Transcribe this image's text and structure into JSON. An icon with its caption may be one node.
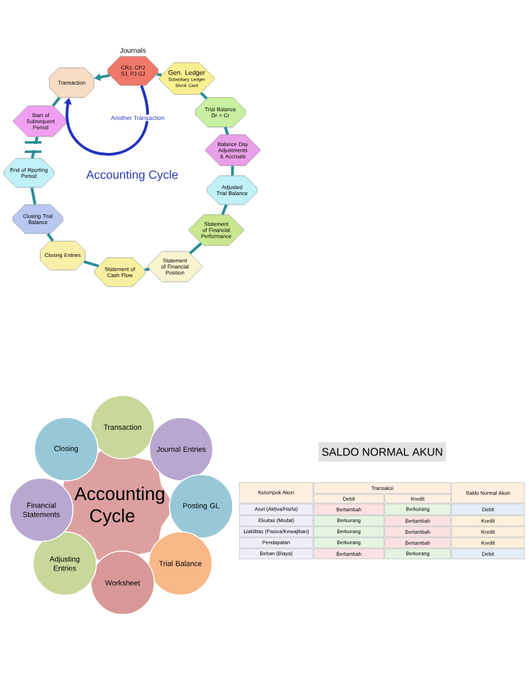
{
  "diagram": {
    "nodes": [
      {
        "text": [
          "Transaction"
        ]
      },
      {
        "text": [
          "Journals",
          "CRJ, CPJ SJ, PJ GJ"
        ]
      },
      {
        "text": [
          "Gen. Ledger",
          "Subsidiary Ledger Stock Card"
        ]
      },
      {
        "text": [
          "Trial Balance Dr = Cr"
        ]
      },
      {
        "text": [
          "Balance Day Adjustments & Accruals"
        ]
      },
      {
        "text": [
          "Adjusted Trial Balance"
        ]
      },
      {
        "text": [
          "Statement of Financial Performance"
        ]
      },
      {
        "text": [
          "Statement of Financial Position"
        ]
      },
      {
        "text": [
          "Statement of Cash Flow"
        ]
      },
      {
        "text": [
          "Closing Entries"
        ]
      },
      {
        "text": [
          "Closing Trial Balance"
        ]
      },
      {
        "text": [
          "End of Rporting Period"
        ]
      },
      {
        "text": [
          "Start of Subsequent Period"
        ]
      },
      {
        "text": [
          "Accounting Cycle"
        ]
      },
      {
        "text": [
          "Transaction"
        ]
      },
      {
        "text": [
          "Journal Entries"
        ]
      },
      {
        "text": [
          "Posting GL"
        ]
      },
      {
        "text": [
          "Trial Balance"
        ]
      },
      {
        "text": [
          "Worksheet"
        ]
      },
      {
        "text": [
          "Adjusting Entries"
        ]
      },
      {
        "text": [
          "Financial Statements"
        ]
      },
      {
        "text": [
          "Closing"
        ]
      }
    ],
    "edges": [
      {
        "from": 1,
        "to": 0,
        "arrow": "to"
      },
      {
        "from": 1,
        "to": 2,
        "arrow": "none"
      },
      {
        "from": 2,
        "to": 3,
        "arrow": "none"
      },
      {
        "from": 3,
        "to": 4,
        "arrow": "none"
      },
      {
        "from": 4,
        "to": 5,
        "arrow": "none"
      },
      {
        "from": 5,
        "to": 6,
        "arrow": "none"
      },
      {
        "from": 6,
        "to": 7,
        "arrow": "none"
      },
      {
        "from": 7,
        "to": 8,
        "arrow": "none"
      },
      {
        "from": 8,
        "to": 9,
        "arrow": "none"
      },
      {
        "from": 9,
        "to": 10,
        "arrow": "none"
      },
      {
        "from": 10,
        "to": 11,
        "arrow": "none"
      },
      {
        "from": 11,
        "to": 12,
        "arrow": "none"
      },
      {
        "from": 12,
        "to": 0,
        "arrow": "none"
      },
      {
        "from": 1,
        "to": 0,
        "arrow": "to",
        "label": "Another Transaction",
        "color": "#2233bb"
      }
    ],
    "labels": [
      "Accounting Cycle",
      "SALDO NORMAL AKUN",
      "Kelompok Akun",
      "Transaksi",
      "Saldo Normal Akun",
      "Debit",
      "Kredit",
      "Aset (Aktiva/Harta)",
      "Bertambah",
      "Berkurang",
      "Debit",
      "Ekuitas (Modal)",
      "Berkurang",
      "Bertambah",
      "Kredit",
      "Liabilitas (Pasiva/Kewajiban)",
      "Berkurang",
      "Bertambah",
      "Kredit",
      "Pendapatan",
      "Berkurang",
      "Bertambah",
      "Kredit",
      "Beban (Biaya)",
      "Bertambah",
      "Berkurang",
      "Debit"
    ]
  }
}
